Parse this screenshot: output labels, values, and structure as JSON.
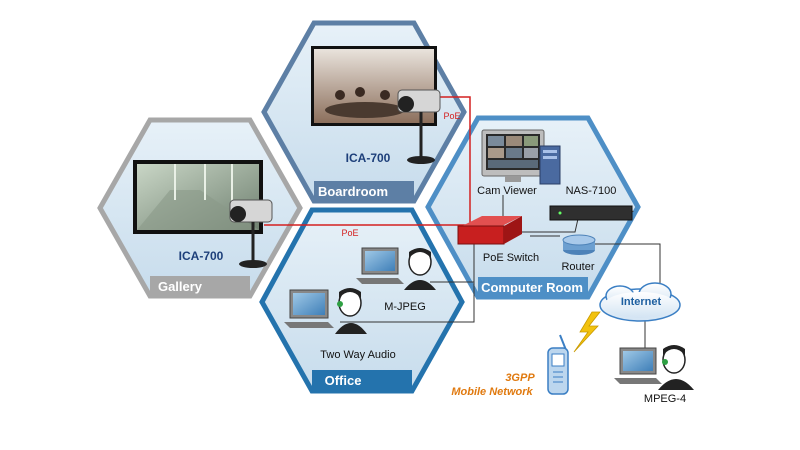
{
  "zones": {
    "gallery": "Gallery",
    "boardroom": "Boardroom",
    "office": "Office",
    "computer_room": "Computer Room"
  },
  "cameras": {
    "gallery_camera": "ICA-700",
    "boardroom_camera": "ICA-700"
  },
  "links": {
    "poe_gallery": "PoE",
    "poe_boardroom": "PoE"
  },
  "devices": {
    "cam_viewer": "Cam Viewer",
    "nas": "NAS-7100",
    "poe_switch": "PoE Switch",
    "router": "Router",
    "internet": "Internet"
  },
  "clients": {
    "mjpeg": "M-JPEG",
    "two_way_audio": "Two Way Audio",
    "mpeg4": "MPEG-4"
  },
  "mobile": {
    "line1": "3GPP",
    "line2": "Mobile Network"
  },
  "colors": {
    "gallery": "#a7a7a7",
    "boardroom": "#5d7fa5",
    "office": "#2473ad",
    "computer_room": "#4e8fc6",
    "poe_line": "#d32020",
    "mobile_text": "#e07a10"
  }
}
